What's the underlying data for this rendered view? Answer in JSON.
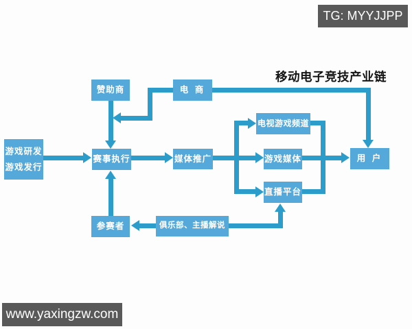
{
  "overlays": {
    "top_right_badge": "TG: MYYJJPP",
    "bottom_left_badge": "www.yaxingzw.com"
  },
  "diagram": {
    "title": "移动电子竞技产业链",
    "nodes": {
      "sponsor": "赞助商",
      "ecommerce": "电 商",
      "game_dev": "游戏研发",
      "game_publish": "游戏发行",
      "event_execution": "赛事执行",
      "media_promotion": "媒体推广",
      "tv_game_channel": "电视游戏频道",
      "game_media": "游戏媒体",
      "live_platform": "直播平台",
      "user": "用 户",
      "participants": "参赛者",
      "clubs_commentary": "俱乐部、主播解说"
    },
    "edges": [
      {
        "from": "赞助商",
        "to": "赛事执行"
      },
      {
        "from": "电商",
        "to": "赛事执行"
      },
      {
        "from": "电商",
        "to": "用户"
      },
      {
        "from": "游戏研发/游戏发行",
        "to": "赛事执行"
      },
      {
        "from": "赛事执行",
        "to": "媒体推广"
      },
      {
        "from": "媒体推广",
        "to": "电视游戏频道"
      },
      {
        "from": "媒体推广",
        "to": "游戏媒体"
      },
      {
        "from": "媒体推广",
        "to": "直播平台"
      },
      {
        "from": "电视游戏频道",
        "to": "用户"
      },
      {
        "from": "游戏媒体",
        "to": "用户"
      },
      {
        "from": "直播平台",
        "to": "用户"
      },
      {
        "from": "参赛者",
        "to": "赛事执行"
      },
      {
        "from": "俱乐部、主播解说",
        "to": "参赛者"
      },
      {
        "from": "俱乐部、主播解说",
        "to": "直播平台"
      }
    ],
    "colors": {
      "node_fill": "#54a8da",
      "connector": "#2c9cca",
      "node_text": "#ffffff",
      "title_text": "#141414",
      "badge_bg": "#595959",
      "badge_text": "#ffffff"
    }
  }
}
